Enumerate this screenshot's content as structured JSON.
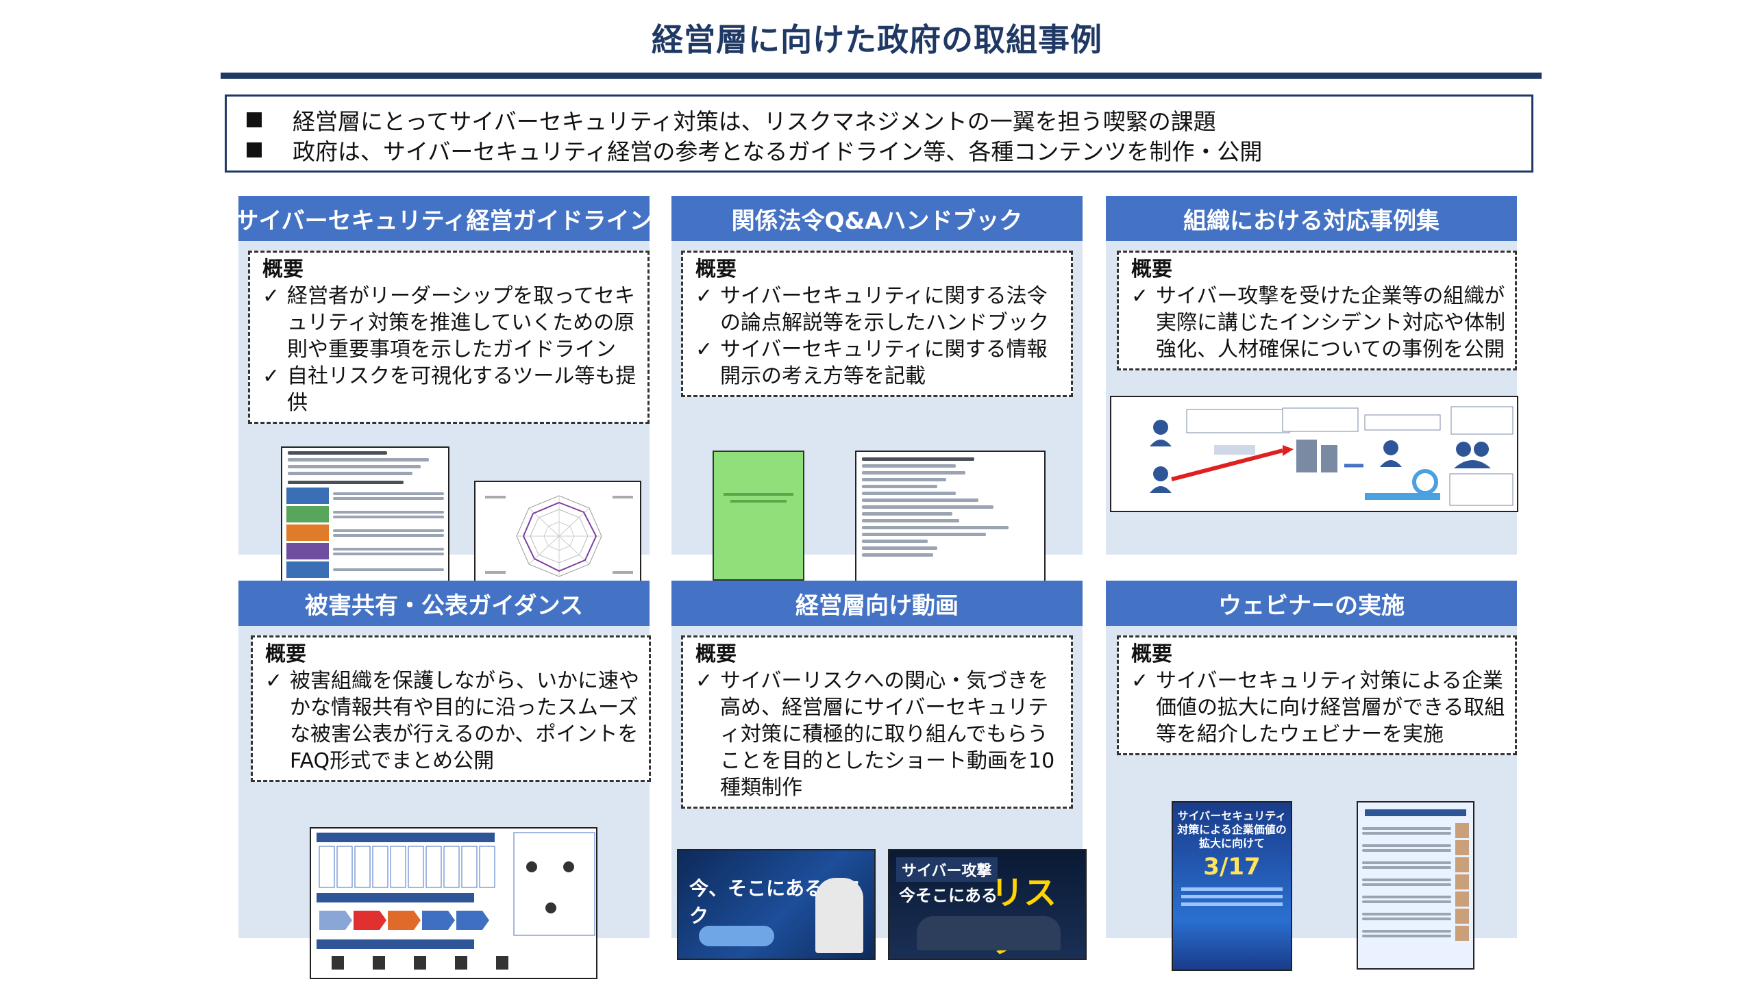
{
  "page": {
    "title": "経営層に向けた政府の取組事例"
  },
  "summary": [
    "経営層にとってサイバーセキュリティ対策は、リスクマネジメントの一翼を担う喫緊の課題",
    "政府は、サイバーセキュリティ経営の参考となるガイドライン等、各種コンテンツを制作・公開"
  ],
  "cards": [
    {
      "title": "サイバーセキュリティ経営ガイドライン",
      "overview_label": "概要",
      "items": [
        "経営者がリーダーシップを取ってセキュリティ対策を推進していくための原則や重要事項を示したガイドライン",
        "自社リスクを可視化するツール等も提供"
      ]
    },
    {
      "title": "関係法令Q&Aハンドブック",
      "overview_label": "概要",
      "items": [
        "サイバーセキュリティに関する法令の論点解説等を示したハンドブック",
        "サイバーセキュリティに関する情報開示の考え方等を記載"
      ]
    },
    {
      "title": "組織における対応事例集",
      "overview_label": "概要",
      "items": [
        "サイバー攻撃を受けた企業等の組織が実際に講じたインシデント対応や体制強化、人材確保についての事例を公開"
      ]
    },
    {
      "title": "被害共有・公表ガイダンス",
      "overview_label": "概要",
      "items": [
        "被害組織を保護しながら、いかに速やかな情報共有や目的に沿ったスムーズな被害公表が行えるのか、ポイントをFAQ形式でまとめ公開"
      ]
    },
    {
      "title": "経営層向け動画",
      "overview_label": "概要",
      "items": [
        "サイバーリスクへの関心・気づきを高め、経営層にサイバーセキュリティ対策に積極的に取り組んでもらうことを目的としたショート動画を10種類制作"
      ]
    },
    {
      "title": "ウェビナーの実施",
      "overview_label": "概要",
      "items": [
        "サイバーセキュリティ対策による企業価値の拡大に向け経営層ができる取組等を紹介したウェビナーを実施"
      ]
    }
  ],
  "thumbnails": {
    "video1_text": "今、そこにあるリスク",
    "video2_text_a": "サイバー攻撃",
    "video2_text_b": "今そこにある",
    "video2_text_c": "リスク",
    "webinar_title": "サイバーセキュリティ対策による企業価値の拡大に向けて",
    "webinar_date": "3/17"
  },
  "colors": {
    "navy": "#1f3864",
    "card_header": "#4472c4",
    "card_bg": "#dce6f2"
  },
  "icons": {
    "summary_bullet": "black-square",
    "check": "check-mark"
  }
}
